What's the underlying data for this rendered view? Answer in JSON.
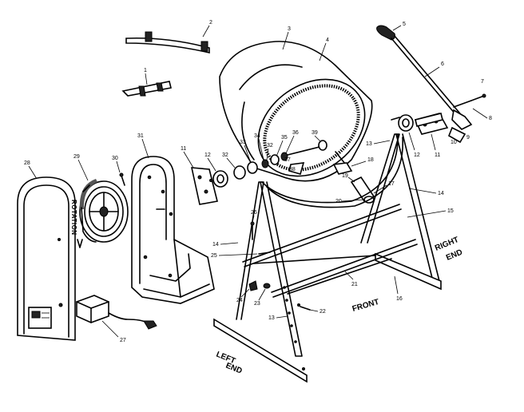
{
  "diagram": {
    "text_labels": {
      "left_end": [
        "LEFT",
        "END"
      ],
      "right_end": [
        "RIGHT",
        "END"
      ],
      "front": "FRONT",
      "rotation": "ROTATION"
    },
    "part_numbers": [
      "1",
      "2",
      "3",
      "4",
      "5",
      "6",
      "7",
      "8",
      "9",
      "10",
      "11",
      "11",
      "12",
      "12",
      "13",
      "13",
      "14",
      "14",
      "15",
      "16",
      "17",
      "18",
      "19",
      "20",
      "21",
      "22",
      "23",
      "24",
      "25",
      "26",
      "27",
      "28",
      "29",
      "30",
      "31",
      "32",
      "32",
      "33",
      "34",
      "35",
      "36",
      "37",
      "38",
      "39"
    ]
  }
}
